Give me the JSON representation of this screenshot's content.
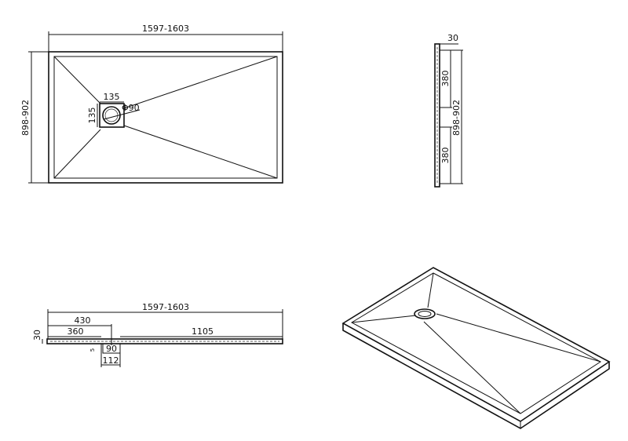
{
  "top_view": {
    "width_label": "1597-1603",
    "height_label": "898-902",
    "drain_width": "135",
    "drain_height": "135",
    "drain_diameter": "Φ90"
  },
  "side_view_right": {
    "thickness": "30",
    "upper_offset": "380",
    "lower_offset": "380",
    "height_label": "898-902"
  },
  "side_view_bottom": {
    "length": "1597-1603",
    "to_drain_far": "430",
    "to_drain_near": "360",
    "remaining": "1105",
    "thickness": "30",
    "drain_inner": "90",
    "drain_outer": "112",
    "depth": "5"
  }
}
